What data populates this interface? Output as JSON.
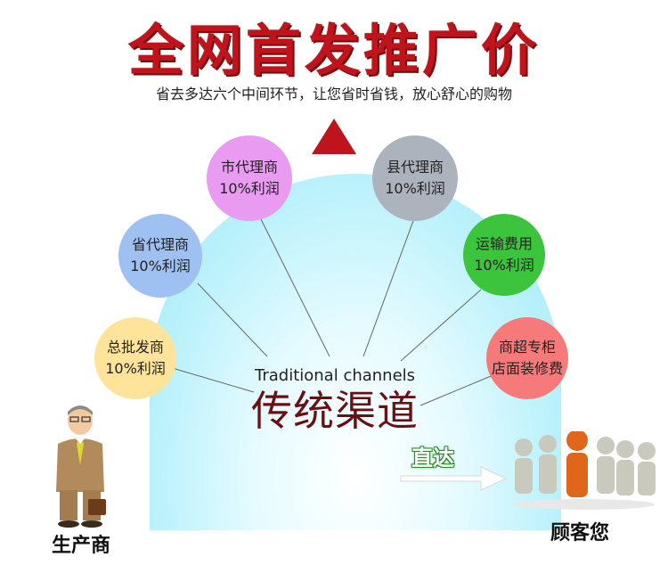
{
  "title": "全网首发推广价",
  "subtitle": "省去多达六个中间环节，让您省时省钱，放心舒心的购物",
  "center": {
    "english": "Traditional channels",
    "chinese": "传统渠道"
  },
  "nodes": [
    {
      "id": "wholesale",
      "line1": "总批发商",
      "line2": "10%利润",
      "color": "#fde49a"
    },
    {
      "id": "province",
      "line1": "省代理商",
      "line2": "10%利润",
      "color": "#9ec1f2"
    },
    {
      "id": "city",
      "line1": "市代理商",
      "line2": "10%利润",
      "color": "#e99af1"
    },
    {
      "id": "county",
      "line1": "县代理商",
      "line2": "10%利润",
      "color": "#acb3bd"
    },
    {
      "id": "transport",
      "line1": "运输费用",
      "line2": "10%利润",
      "color": "#3cc43c"
    },
    {
      "id": "store",
      "line1": "商超专柜",
      "line2": "店面装修费",
      "color": "#f77a7a"
    }
  ],
  "direct_label": "直达",
  "producer_label": "生产商",
  "customer_label": "顾客您"
}
